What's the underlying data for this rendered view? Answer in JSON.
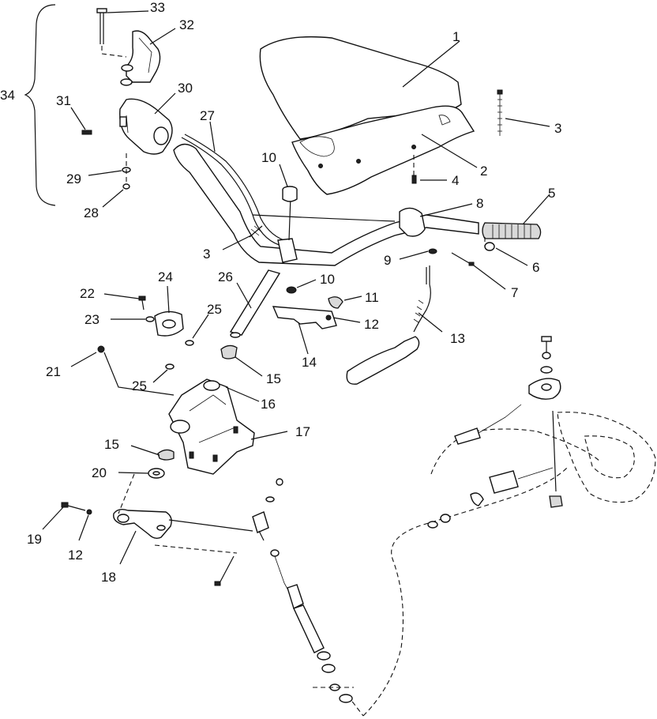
{
  "callouts": {
    "n1": "1",
    "n2": "2",
    "n3a": "3",
    "n3b": "3",
    "n4": "4",
    "n5": "5",
    "n6": "6",
    "n7": "7",
    "n8": "8",
    "n9": "9",
    "n10a": "10",
    "n10b": "10",
    "n11": "11",
    "n12a": "12",
    "n12b": "12",
    "n13": "13",
    "n14": "14",
    "n15a": "15",
    "n15b": "15",
    "n16": "16",
    "n17": "17",
    "n18": "18",
    "n19": "19",
    "n20": "20",
    "n21": "21",
    "n22": "22",
    "n23": "23",
    "n24": "24",
    "n25a": "25",
    "n25b": "25",
    "n26": "26",
    "n27": "27",
    "n28": "28",
    "n29": "29",
    "n30": "30",
    "n31": "31",
    "n32": "32",
    "n33": "33",
    "n34": "34"
  }
}
